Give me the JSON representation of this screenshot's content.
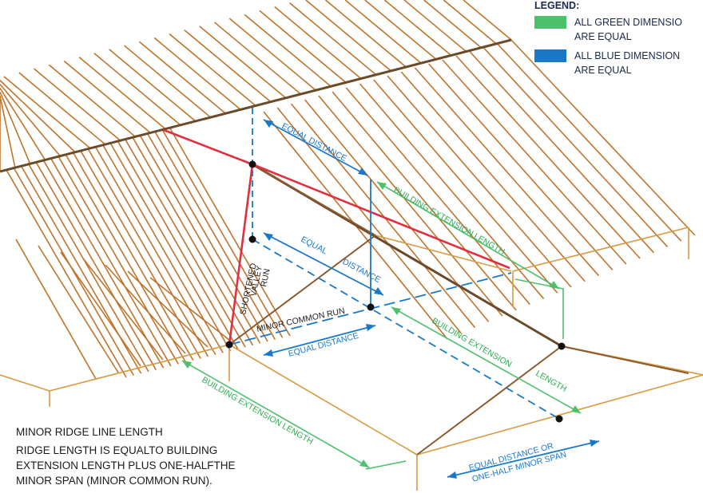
{
  "legend": {
    "heading": "LEGEND:",
    "green": {
      "line1": "ALL GREEN DIMENSIO",
      "line2": "ARE EQUAL",
      "color": "#4cc06a"
    },
    "blue": {
      "line1": "ALL BLUE DIMENSION",
      "line2": "ARE EQUAL",
      "color": "#1a78c8"
    }
  },
  "labels": {
    "equal_distance_top": "EQUAL DISTANCE",
    "building_extension_top": "BUILDING EXTENSION LENGTH",
    "equal": "EQUAL",
    "distance": "DISTANCE",
    "shortened": "SHORTENED",
    "valley": "VALLEY",
    "run": "RUN",
    "minor_common_run": "MINOR COMMON RUN",
    "equal_distance_bottom": "EQUAL DISTANCE",
    "building_extension_mid": "BUILDING EXTENSION",
    "length": "LENGTH",
    "building_extension_bottom": "BUILDING EXTENSION LENGTH",
    "half_span_line1": "EQUAL DISTANCE OR",
    "half_span_line2": "ONE-HALF MINOR SPAN"
  },
  "note": {
    "title": "MINOR RIDGE LINE LENGTH",
    "line1": "RIDGE LENGTH IS EQUALTO BUILDING",
    "line2": "EXTENSION LENGTH PLUS ONE-HALFTHE",
    "line3": "MINOR SPAN (MINOR COMMON RUN)."
  },
  "colors": {
    "rafter": "#c0732a",
    "ridge": "#6b4a2a",
    "wall": "#d89a40",
    "red": "#e03040",
    "blue": "#1a78c8",
    "green": "#4cc06a"
  }
}
